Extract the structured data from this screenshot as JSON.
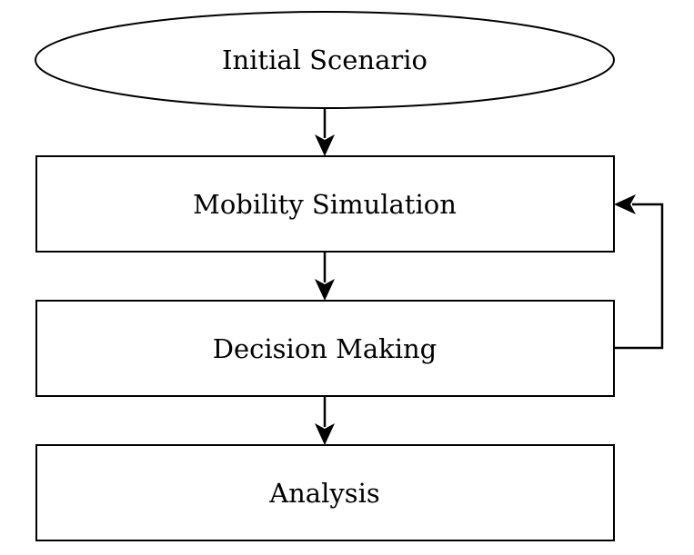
{
  "diagram": {
    "nodes": [
      {
        "id": "initial",
        "shape": "ellipse",
        "label": "Initial Scenario"
      },
      {
        "id": "mobility",
        "shape": "rectangle",
        "label": "Mobility Simulation"
      },
      {
        "id": "decision",
        "shape": "rectangle",
        "label": "Decision Making"
      },
      {
        "id": "analysis",
        "shape": "rectangle",
        "label": "Analysis"
      }
    ],
    "edges": [
      {
        "from": "initial",
        "to": "mobility"
      },
      {
        "from": "mobility",
        "to": "decision"
      },
      {
        "from": "decision",
        "to": "mobility",
        "type": "feedback-loop"
      },
      {
        "from": "decision",
        "to": "analysis"
      }
    ],
    "colors": {
      "stroke": "#000000",
      "fill": "#ffffff",
      "text": "#000000"
    }
  }
}
